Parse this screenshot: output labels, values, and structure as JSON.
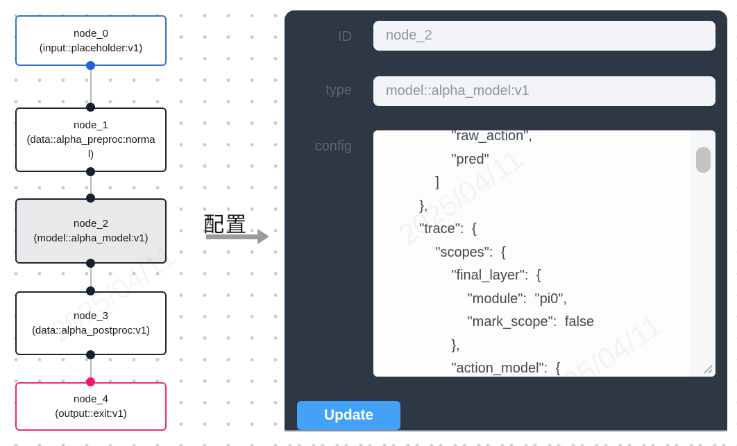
{
  "canvas": {
    "nodes": [
      {
        "name": "node_0",
        "type_label": "(input::placeholder:v1)"
      },
      {
        "name": "node_1",
        "type_label": "(data::alpha_preproc:normal)"
      },
      {
        "name": "node_2",
        "type_label": "(model::alpha_model:v1)"
      },
      {
        "name": "node_3",
        "type_label": "(data::alpha_postproc:v1)"
      },
      {
        "name": "node_4",
        "type_label": "(output::exit:v1)"
      }
    ],
    "colors": {
      "input_node_border": "#3d6ec9",
      "default_node_border": "#1e2530",
      "output_node_border": "#ee2a70",
      "selected_node_bg": "#e8e9eb",
      "input_port": "#1d63e0",
      "default_port": "#16202f",
      "output_port": "#f3156e",
      "edge": "#b4b7bc"
    }
  },
  "transition": {
    "label": "配置"
  },
  "panel": {
    "fields": [
      {
        "label": "ID",
        "value": "node_2"
      },
      {
        "label": "type",
        "value": "model::alpha_model:v1"
      }
    ],
    "config": {
      "label": "config",
      "lines": [
        "        \"raw_action\",",
        "        \"pred\"",
        "      ]",
        "    },",
        "    \"trace\": {",
        "      \"scopes\": {",
        "        \"final_layer\": {",
        "          \"module\": \"pi0\",",
        "          \"mark_scope\": false",
        "        },",
        "        \"action_model\": {"
      ]
    },
    "update_label": "Update",
    "colors": {
      "panel_bg": "#2e3744",
      "button_bg": "#43a1f7",
      "input_bg": "#f2f4f7"
    }
  },
  "watermark": {
    "text": "2025/04/11"
  }
}
